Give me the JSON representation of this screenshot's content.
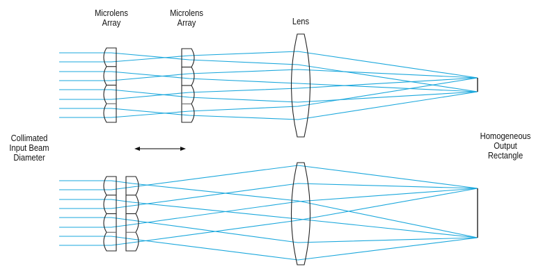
{
  "labels": {
    "microlens_array_1": [
      "Microlens",
      "Array"
    ],
    "microlens_array_2": [
      "Microlens",
      "Array"
    ],
    "lens": [
      "Lens"
    ],
    "input": [
      "Collimated",
      "Input Beam",
      "Diameter"
    ],
    "output": [
      "Homogeneous",
      "Output",
      "Rectangle"
    ]
  },
  "colors": {
    "ray": "#1aa7dc",
    "optic": "#222222",
    "arrow": "#555555"
  },
  "configurations": [
    {
      "name": "top",
      "array_separation": "far",
      "output_size": "small"
    },
    {
      "name": "bottom",
      "array_separation": "near",
      "output_size": "large"
    }
  ],
  "ray_count": 8,
  "microlens_lenslets": 4
}
